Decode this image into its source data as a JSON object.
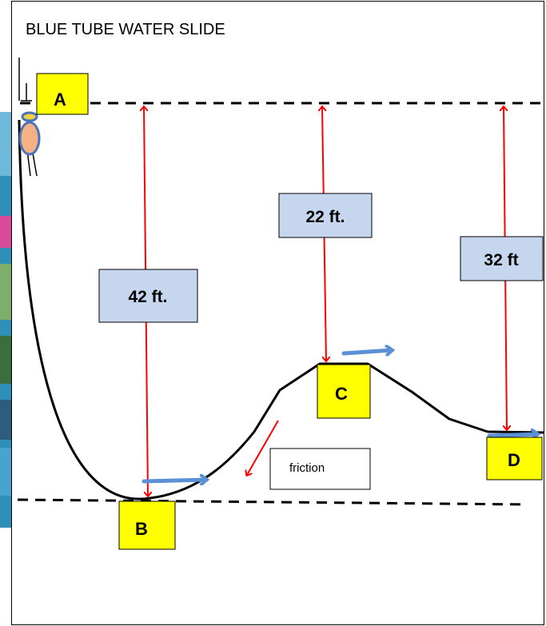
{
  "title": "BLUE TUBE WATER SLIDE",
  "points": {
    "a": "A",
    "b": "B",
    "c": "C",
    "d": "D"
  },
  "heights": {
    "ab": "42 ft.",
    "ac": "22 ft.",
    "ad": "32 ft"
  },
  "friction_label": "friction",
  "colors": {
    "measure_arrow": "#ff0000",
    "motion_arrow": "#5b8fd6",
    "height_box_fill": "#c5d6ee",
    "point_box_fill": "#ffff00",
    "slide_track": "#000000",
    "rider_body": "#f5b184",
    "rider_outline": "#4a73b8"
  },
  "icons": {
    "rider": "tube-rider-icon"
  }
}
